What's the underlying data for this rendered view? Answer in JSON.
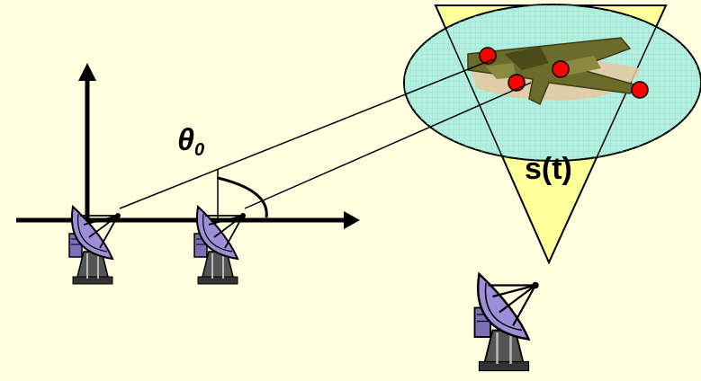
{
  "labels": {
    "angle_symbol": "θ",
    "angle_subscript": "0",
    "signal": "s(t)"
  },
  "colors": {
    "background": "#ffffe0",
    "beam_cone": "#ffff99",
    "target_area": "#b3f0e0",
    "antenna_dish": "#9c8fd8",
    "target_marker": "#ff0000",
    "aircraft_camouflage": "#6b6b2a"
  },
  "icons": {
    "receiver_antennas": [
      "satellite-dish-icon",
      "satellite-dish-icon"
    ],
    "transmitter_antenna": "satellite-dish-icon",
    "target": "fighter-jet-icon"
  }
}
